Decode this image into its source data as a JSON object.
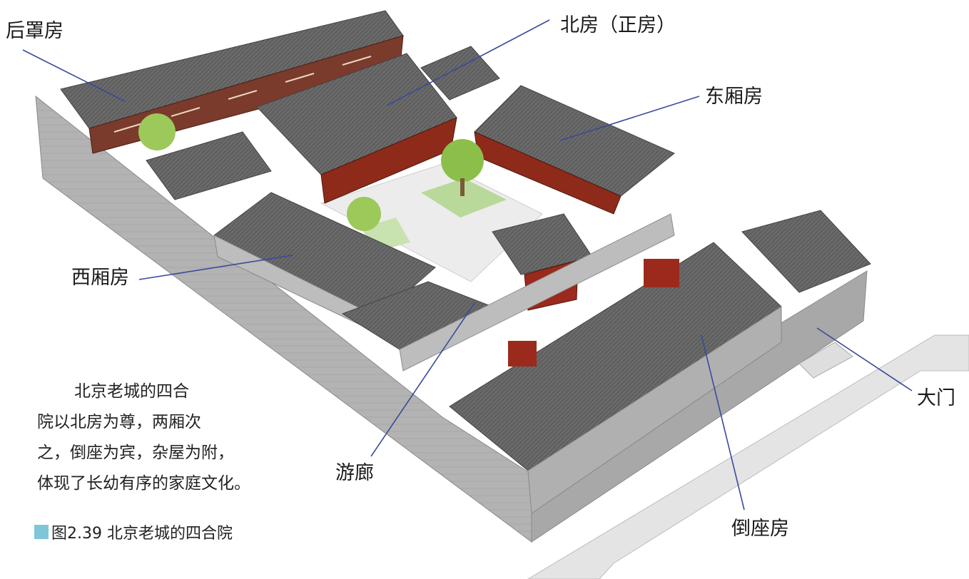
{
  "labels": {
    "houzhao": "后罩房",
    "beifang": "北房（正房）",
    "dongxiang": "东厢房",
    "xixiang": "西厢房",
    "youlang": "游廊",
    "daozuo": "倒座房",
    "damen": "大门"
  },
  "description": {
    "line1": "北京老城的四合",
    "line2": "院以北房为尊，两厢次",
    "line3": "之，倒座为宾，杂屋为附，",
    "line4": "体现了长幼有序的家庭文化。"
  },
  "caption": {
    "text": "图2.39  北京老城的四合院"
  },
  "colors": {
    "roof": "#6b6b6b",
    "wall": "#b4b4b4",
    "red_door": "#9b2a1c",
    "ground": "#ededed",
    "leader_line": "#3a4a9a",
    "tree": "#8cbf4a"
  }
}
